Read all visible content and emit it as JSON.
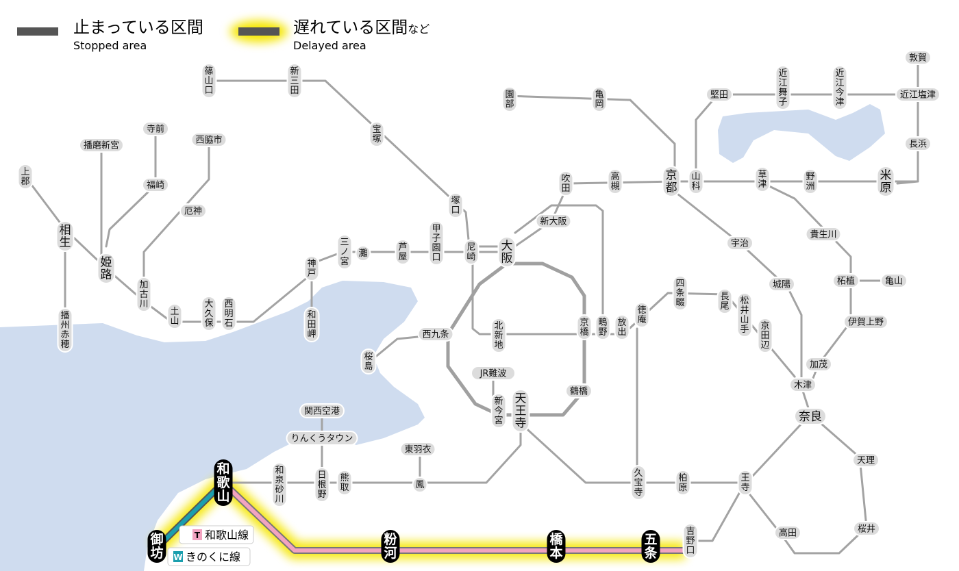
{
  "legend": {
    "stopped_title": "止まっている区間",
    "stopped_sub": "Stopped area",
    "delayed_title": "遅れている区間",
    "delayed_suffix": "など",
    "delayed_sub": "Delayed area"
  },
  "colors": {
    "water": "#cfdcef",
    "line": "#a0a0a0",
    "station_fill": "#dcdcdc",
    "highlight_station": "#000000",
    "wakayama_line": "#f2a3c0",
    "kinokuni_line": "#1b9fae",
    "delay_glow": "#f5e600",
    "stopped_legend": "#555555"
  },
  "stations": {
    "sasayamaguchi": "篠山口",
    "shinsanda": "新三田",
    "takarazuka": "宝塚",
    "tsukaguchi": "塚口",
    "amagasaki": "尼崎",
    "osaka": "大阪",
    "shin_osaka": "新大阪",
    "suita": "吹田",
    "takatsuki": "高槻",
    "kyoto": "京都",
    "yamashina": "山科",
    "sonobe": "園部",
    "kameoka": "亀岡",
    "katata": "堅田",
    "omimaiko": "近江舞子",
    "omiimazu": "近江今津",
    "omishiotsu": "近江塩津",
    "tsuruga": "敦賀",
    "nagahama": "長浜",
    "maibara": "米原",
    "kusatsu": "草津",
    "yasu": "野洲",
    "kamigori": "上郡",
    "aioi": "相生",
    "harimashinguu": "播磨新宮",
    "teramae": "寺前",
    "fukusaki": "福崎",
    "nishiwakishi": "西脇市",
    "yakujin": "厄神",
    "himeji": "姫路",
    "kakogawa": "加古川",
    "banshuako": "播州赤穂",
    "doyama": "土山",
    "okubo": "大久保",
    "nishiakashi": "西明石",
    "kobe": "神戸",
    "wadamisaki": "和田岬",
    "sannomiya": "三ノ宮",
    "nada": "灘",
    "ashiya": "芦屋",
    "koshienguchi": "甲子園口",
    "nishikujo": "西九条",
    "sakurajima": "桜島",
    "kitashinchi": "北新地",
    "kyobashi": "京橋",
    "shigino": "鴫野",
    "hanaten": "放出",
    "jr_namba": "JR難波",
    "shin_imamiya": "新今宮",
    "tennoji": "天王寺",
    "tsuruhashi": "鶴橋",
    "kansai_airport": "関西空港",
    "rinku_town": "りんくうタウン",
    "higashihagoromo": "東羽衣",
    "otori": "鳳",
    "izumisunagawa": "和泉砂川",
    "hinenno": "日根野",
    "kumatori": "熊取",
    "wakayama": "和歌山",
    "gobo": "御坊",
    "kokawa": "粉河",
    "hashimoto": "橋本",
    "gojo": "五条",
    "yoshinoguchi": "吉野口",
    "kyuhoji": "久宝寺",
    "kashiwara": "柏原",
    "oji": "王寺",
    "nara": "奈良",
    "takada": "高田",
    "sakurai": "桜井",
    "tenri": "天理",
    "kamo": "加茂",
    "kizu": "木津",
    "iga_ueno": "伊賀上野",
    "tsuge": "柘植",
    "kameyama": "亀山",
    "kibukawa": "貴生川",
    "uji": "宇治",
    "joyo": "城陽",
    "shijonawate": "四条畷",
    "tokuan": "徳庵",
    "nagao": "長尾",
    "matsuiyamate": "松井山手",
    "kyotanabe": "京田辺"
  },
  "lines": {
    "wakayama_line": "和歌山線",
    "wakayama_badge": "T",
    "kinokuni_line": "きのくに線",
    "kinokuni_badge": "W"
  }
}
